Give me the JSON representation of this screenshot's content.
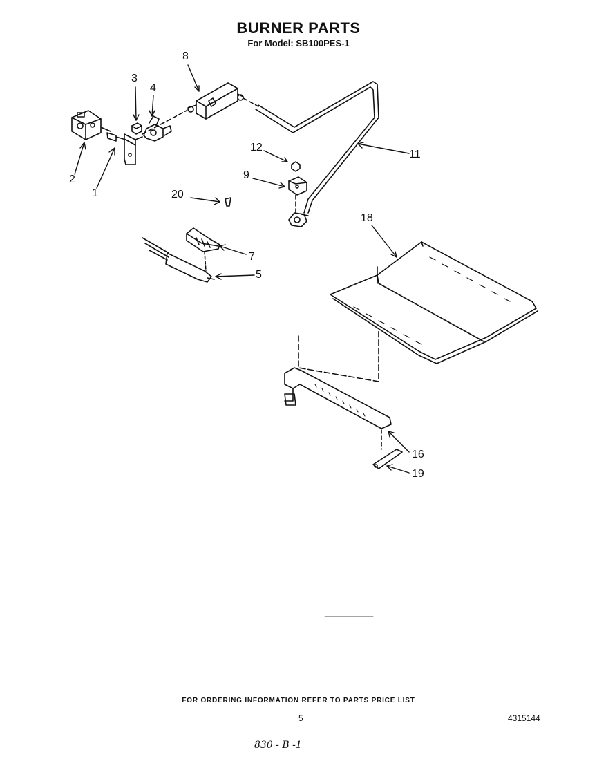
{
  "header": {
    "title": "BURNER PARTS",
    "subtitle": "For Model: SB100PES-1"
  },
  "callouts": {
    "c1": "1",
    "c2": "2",
    "c3": "3",
    "c4": "4",
    "c5": "5",
    "c7": "7",
    "c8": "8",
    "c9": "9",
    "c11": "11",
    "c12": "12",
    "c16": "16",
    "c18": "18",
    "c19": "19",
    "c20": "20"
  },
  "footer": {
    "ordering_note": "FOR ORDERING INFORMATION REFER TO PARTS PRICE LIST",
    "page_number": "5",
    "document_number": "4315144",
    "handwritten_note": "830 - B -1"
  }
}
